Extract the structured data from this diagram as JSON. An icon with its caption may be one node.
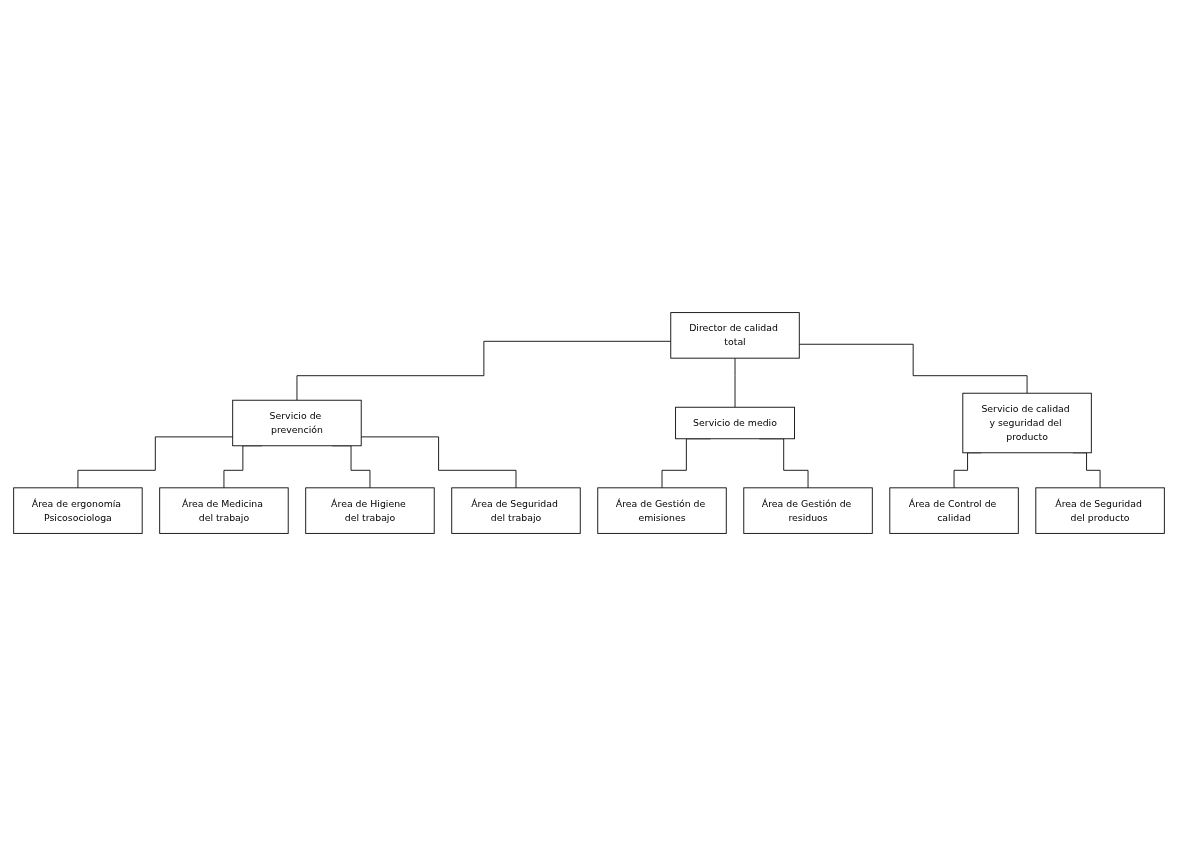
{
  "diagram": {
    "nodes": [
      {
        "text": [
          "Director de calidad total"
        ]
      },
      {
        "text": [
          "Servicio de prevención"
        ]
      },
      {
        "text": [
          "Servicio de medio"
        ]
      },
      {
        "text": [
          "Servicio de calidad y seguridad del producto"
        ]
      },
      {
        "text": [
          "Área de ergonomía Psicosociologa"
        ]
      },
      {
        "text": [
          "Área de Medicina del trabajo"
        ]
      },
      {
        "text": [
          "Área de Higiene del trabajo"
        ]
      },
      {
        "text": [
          "Área de Seguridad del trabajo"
        ]
      },
      {
        "text": [
          "Área de Gestión de emisiones"
        ]
      },
      {
        "text": [
          "Área de Gestión de residuos"
        ]
      },
      {
        "text": [
          "Área de Control de calidad"
        ]
      },
      {
        "text": [
          "Área de Seguridad del producto"
        ]
      }
    ],
    "edges": [
      {
        "from": 0,
        "to": 1,
        "arrow": "none"
      },
      {
        "from": 0,
        "to": 2,
        "arrow": "none"
      },
      {
        "from": 0,
        "to": 3,
        "arrow": "none"
      },
      {
        "from": 1,
        "to": 4,
        "arrow": "none"
      },
      {
        "from": 1,
        "to": 5,
        "arrow": "none"
      },
      {
        "from": 1,
        "to": 6,
        "arrow": "none"
      },
      {
        "from": 1,
        "to": 7,
        "arrow": "none"
      },
      {
        "from": 2,
        "to": 8,
        "arrow": "none"
      },
      {
        "from": 2,
        "to": 9,
        "arrow": "none"
      },
      {
        "from": 3,
        "to": 10,
        "arrow": "none"
      },
      {
        "from": 3,
        "to": 11,
        "arrow": "none"
      }
    ]
  }
}
